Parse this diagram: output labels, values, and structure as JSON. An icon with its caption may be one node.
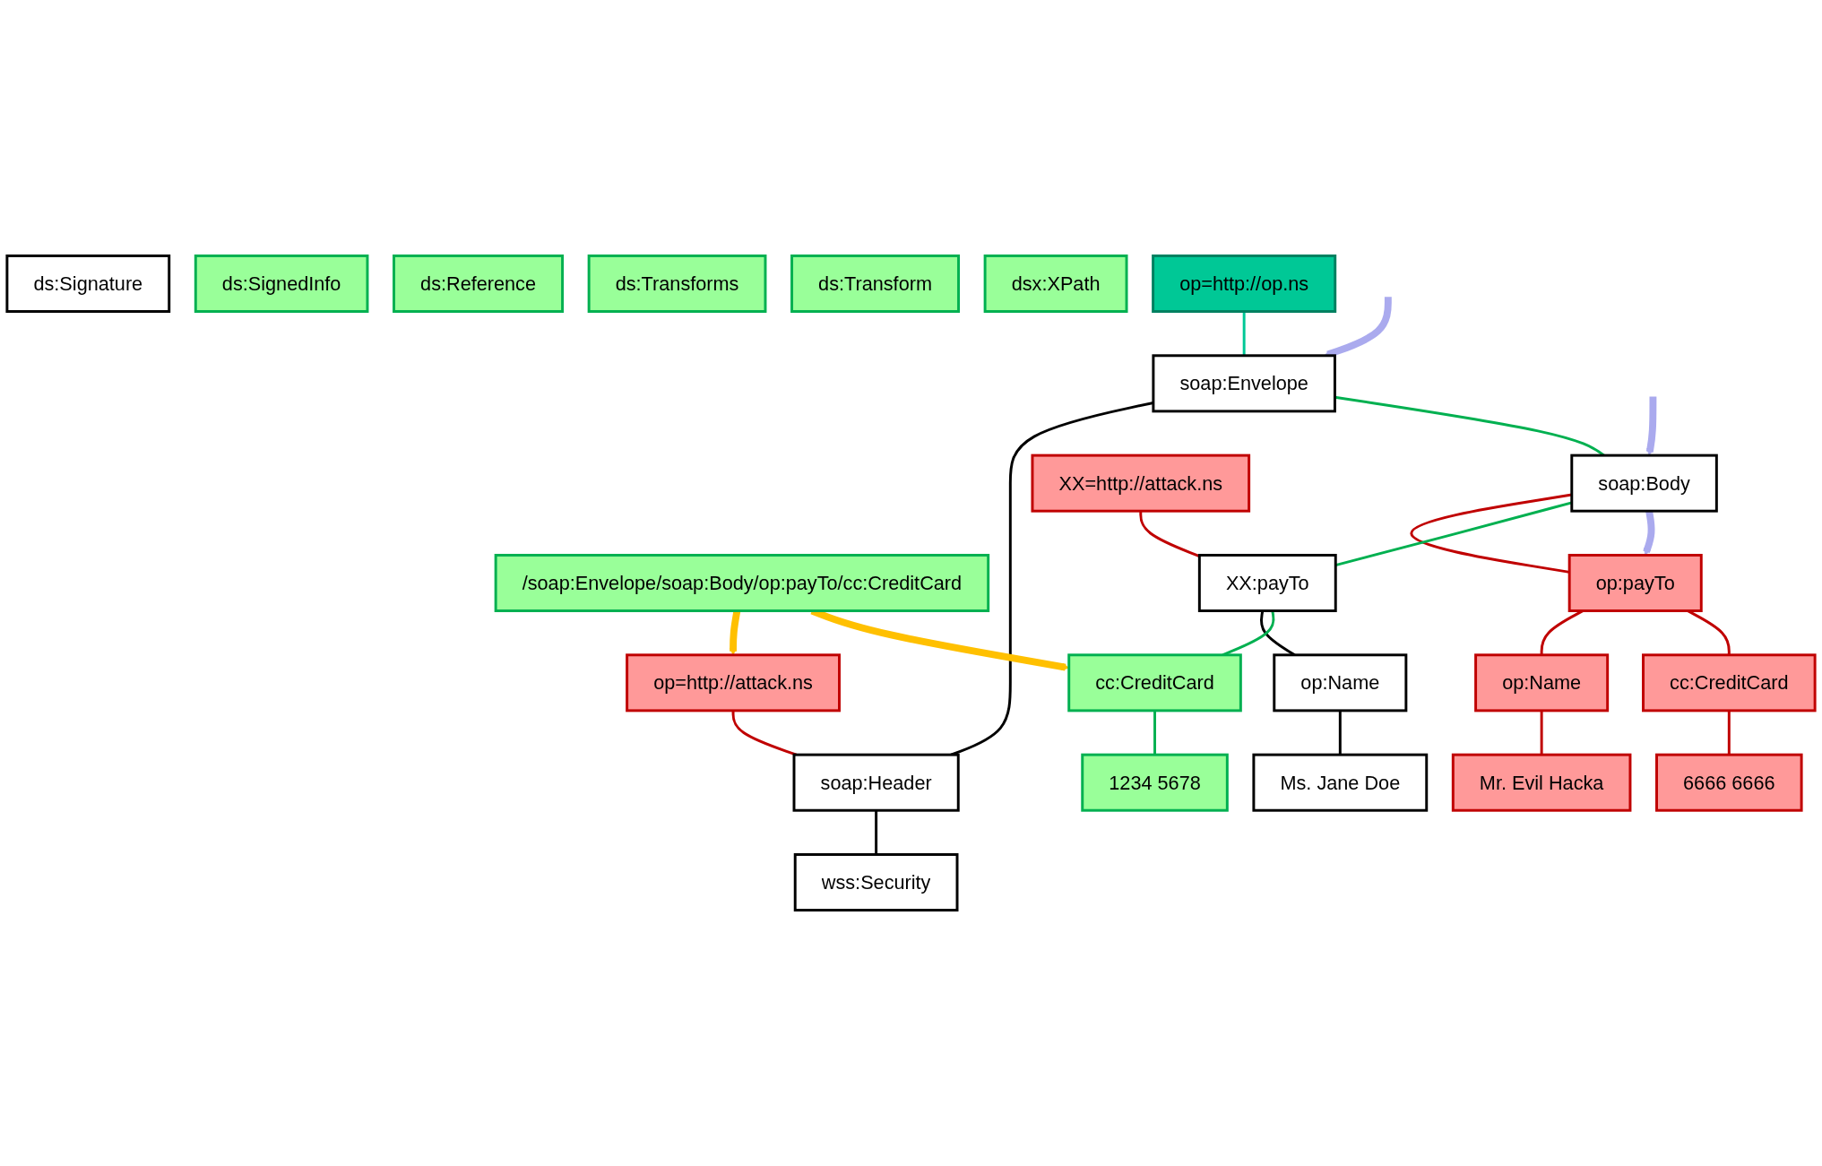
{
  "diagram": {
    "nodes": [
      {
        "text": [
          "soap:Envelope"
        ]
      },
      {
        "text": [
          "soap:Header"
        ]
      },
      {
        "text": [
          "soap:Body"
        ]
      },
      {
        "text": [
          "wss:Security"
        ]
      },
      {
        "text": [
          "ds:Signature"
        ]
      },
      {
        "text": [
          "ds:SignedInfo"
        ]
      },
      {
        "text": [
          "ds:Reference"
        ]
      },
      {
        "text": [
          "ds:Transforms"
        ]
      },
      {
        "text": [
          "ds:Transform"
        ]
      },
      {
        "text": [
          "dsx:XPath"
        ]
      },
      {
        "text": [
          "/soap:Envelope/soap:Body/op:payTo/cc:CreditCard"
        ]
      },
      {
        "text": [
          "op:payTo"
        ]
      },
      {
        "text": [
          "op:Name"
        ]
      },
      {
        "text": [
          "cc:CreditCard"
        ]
      },
      {
        "text": [
          "Mr. Evil Hacka"
        ]
      },
      {
        "text": [
          "6666 6666"
        ]
      },
      {
        "text": [
          "XX:payTo"
        ]
      },
      {
        "text": [
          "op:Name"
        ]
      },
      {
        "text": [
          "cc:CreditCard"
        ]
      },
      {
        "text": [
          "Ms. Jane Doe"
        ]
      },
      {
        "text": [
          "1234 5678"
        ]
      },
      {
        "text": [
          "op=http://attack.ns"
        ]
      },
      {
        "text": [
          "op=http://op.ns"
        ]
      },
      {
        "text": [
          "XX=http://attack.ns"
        ]
      }
    ],
    "edges": [
      {
        "from": 0,
        "to": 1,
        "arrow": "none",
        "color": "#000000"
      },
      {
        "from": 0,
        "to": 2,
        "arrow": "none",
        "color": "#00b050"
      },
      {
        "from": 1,
        "to": 3,
        "arrow": "none",
        "color": "#000000"
      },
      {
        "from": 2,
        "to": 11,
        "arrow": "none",
        "color": "#c00000"
      },
      {
        "from": 2,
        "to": 16,
        "arrow": "none",
        "color": "#00b050"
      },
      {
        "from": 11,
        "to": 12,
        "arrow": "none",
        "color": "#c00000"
      },
      {
        "from": 11,
        "to": 13,
        "arrow": "none",
        "color": "#c00000"
      },
      {
        "from": 12,
        "to": 14,
        "arrow": "none",
        "color": "#c00000"
      },
      {
        "from": 13,
        "to": 15,
        "arrow": "none",
        "color": "#c00000"
      },
      {
        "from": 16,
        "to": 17,
        "arrow": "none",
        "color": "#000000"
      },
      {
        "from": 16,
        "to": 18,
        "arrow": "none",
        "color": "#00b050"
      },
      {
        "from": 17,
        "to": 19,
        "arrow": "none",
        "color": "#000000"
      },
      {
        "from": 18,
        "to": 20,
        "arrow": "none",
        "color": "#00b050"
      },
      {
        "from": 21,
        "to": 1,
        "arrow": "none",
        "color": "#c00000"
      },
      {
        "from": 22,
        "to": 0,
        "arrow": "none",
        "color": "#00c896"
      },
      {
        "from": 23,
        "to": 16,
        "arrow": "none",
        "color": "#c00000"
      },
      {
        "from": null,
        "to": 0,
        "arrow": "to",
        "style": "thick",
        "color": "#aaaaee"
      },
      {
        "from": null,
        "to": 2,
        "arrow": "to",
        "style": "thick",
        "color": "#aaaaee"
      },
      {
        "from": 2,
        "to": 11,
        "arrow": "to",
        "style": "thick",
        "color": "#aaaaee"
      },
      {
        "from": 10,
        "to": 21,
        "arrow": "to",
        "style": "thick",
        "color": "#ffc000"
      },
      {
        "from": 10,
        "to": 18,
        "arrow": "to",
        "style": "thick",
        "color": "#ffc000"
      }
    ]
  }
}
